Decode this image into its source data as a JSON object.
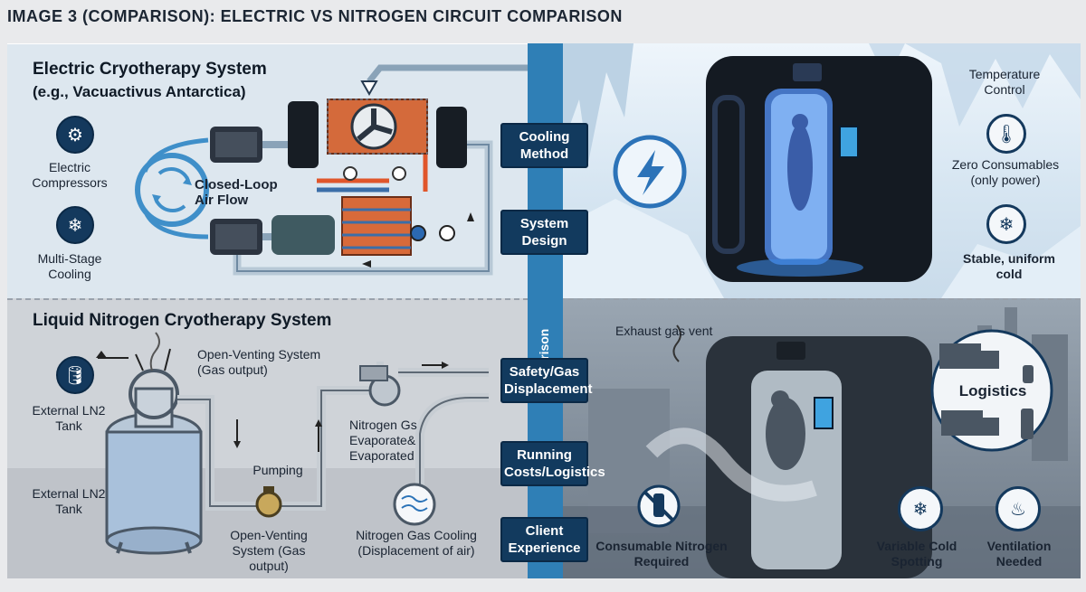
{
  "title": "IMAGE 3 (COMPARISON): ELECTRIC VS NITROGEN CIRCUIT COMPARISON",
  "center_label": "comparison",
  "categories": [
    "Cooling Method",
    "System Design",
    "Safety/Gas Displacement",
    "Running Costs/Logistics",
    "Client Experience"
  ],
  "electric": {
    "heading": "Electric Cryotherapy System",
    "subheading": "(e.g., Vacuactivus Antarctica)",
    "compressors_label": "Electric Compressors",
    "multistage_label": "Multi-Stage Cooling",
    "loop_label": "Closed-Loop Air Flow",
    "features": {
      "temperature": "Temperature Control",
      "consumables": "Zero Consumables (only power)",
      "stable": "Stable, uniform cold"
    }
  },
  "nitrogen": {
    "heading": "Liquid Nitrogen Cryotherapy System",
    "tank_label_top": "External LN2 Tank",
    "tank_label_bottom": "External LN2 Tank",
    "vent_label_top": "Open-Venting System (Gas output)",
    "vent_label_bottom": "Open-Venting System (Gas output)",
    "pumping_label": "Pumping",
    "evap_label": "Nitrogen Gs Evaporate& Evaporated",
    "gas_cooling_label": "Nitrogen Gas Cooling (Displacement of air)",
    "exhaust_label": "Exhaust gas vent",
    "logistics_label": "Logistics",
    "features": {
      "consumable": "Consumable Nitrogen Required",
      "variable": "Variable Cold Spotting",
      "ventilation": "Ventilation Needed"
    }
  },
  "colors": {
    "accent": "#2f7fb6",
    "navy": "#123a5e"
  }
}
